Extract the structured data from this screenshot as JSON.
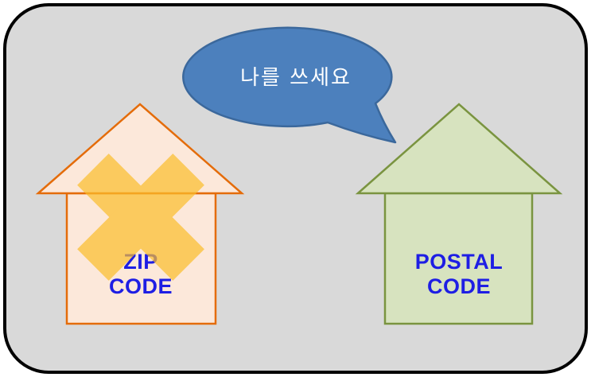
{
  "panel": {
    "fill": "#D9D9D9",
    "border_color": "#000000"
  },
  "speech_bubble": {
    "text": "나를 쓰세요",
    "fill": "#4C80BD",
    "border_color": "#3B689C",
    "text_color": "#FFFFFF"
  },
  "houses": [
    {
      "id": "zip-code-house",
      "label_lines": [
        "ZIP",
        "CODE"
      ],
      "fill": "#FCE8DA",
      "border_color": "#E46C0A",
      "label_color": "#1E1EE4"
    },
    {
      "id": "postal-code-house",
      "label_lines": [
        "POSTAL",
        "CODE"
      ],
      "fill": "#D7E3BF",
      "border_color": "#7A9440",
      "label_color": "#1E1EE4"
    }
  ],
  "cross_mark": {
    "color": "#FBBE2B",
    "opacity": "0.7"
  }
}
